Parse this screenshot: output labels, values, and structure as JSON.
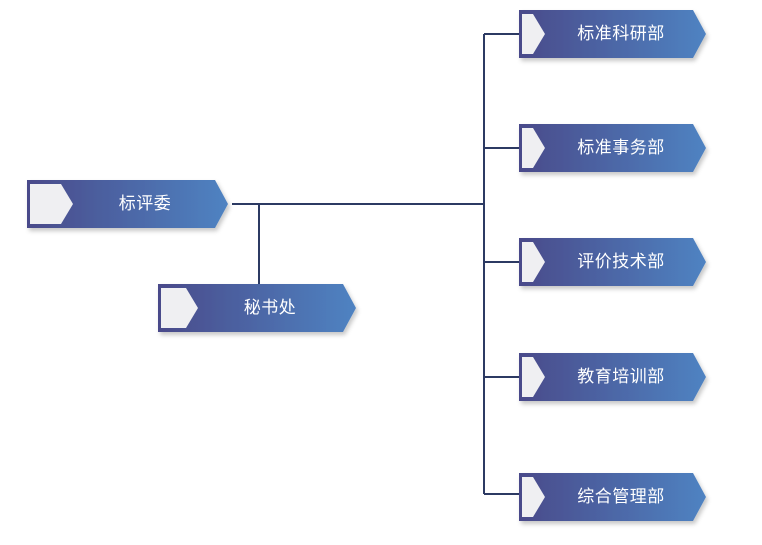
{
  "chart": {
    "root": {
      "label": "标评委"
    },
    "secretariat": {
      "label": "秘书处"
    },
    "departments": [
      {
        "label": "标准科研部"
      },
      {
        "label": "标准事务部"
      },
      {
        "label": "评价技术部"
      },
      {
        "label": "教育培训部"
      },
      {
        "label": "综合管理部"
      }
    ]
  },
  "colors": {
    "box_gradient_start": "#4a4a8a",
    "box_gradient_end": "#4f83c2",
    "notch": "#efeff2",
    "connector": "#2c3a63",
    "label_text": "#ffffff"
  }
}
